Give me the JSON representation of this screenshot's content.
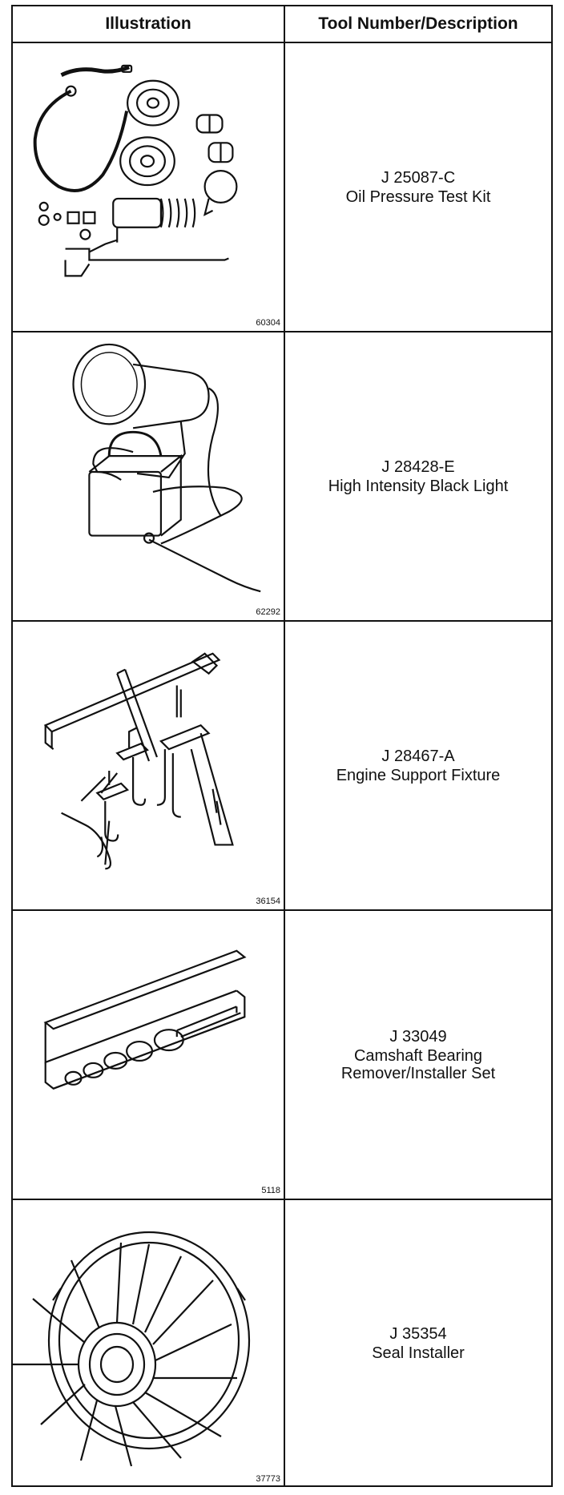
{
  "headers": {
    "illustration": "Illustration",
    "tool": "Tool Number/Description"
  },
  "rows": [
    {
      "figure": "60304",
      "number": "J 25087-C",
      "description": "Oil Pressure Test Kit",
      "icon": "oil-pressure-test-kit-illustration"
    },
    {
      "figure": "62292",
      "number": "J 28428-E",
      "description": "High Intensity Black Light",
      "icon": "black-light-illustration"
    },
    {
      "figure": "36154",
      "number": "J 28467-A",
      "description": "Engine Support Fixture",
      "icon": "engine-support-fixture-illustration"
    },
    {
      "figure": "5118",
      "number": "J 33049",
      "description_lines": [
        "Camshaft Bearing",
        "Remover/Installer Set"
      ],
      "icon": "camshaft-bearing-set-illustration"
    },
    {
      "figure": "37773",
      "number": "J 35354",
      "description": "Seal Installer",
      "icon": "seal-installer-illustration"
    }
  ]
}
